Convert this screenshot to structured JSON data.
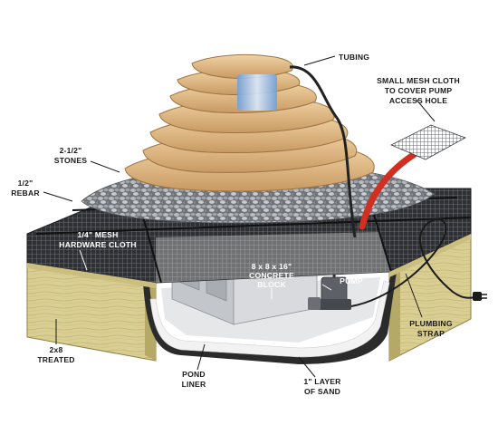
{
  "labels": {
    "tubing": "TUBING",
    "mesh_cloth_1": "SMALL MESH CLOTH",
    "mesh_cloth_2": "TO COVER PUMP",
    "mesh_cloth_3": "ACCESS HOLE",
    "stones_1": "2-1/2\"",
    "stones_2": "STONES",
    "rebar_1": "1/2\"",
    "rebar_2": "REBAR",
    "hardware_1": "1/4\" MESH",
    "hardware_2": "HARDWARE CLOTH",
    "block_1": "8 x 8 x 16\"",
    "block_2": "CONCRETE",
    "block_3": "BLOCK",
    "pump": "PUMP",
    "treated_1": "2x8",
    "treated_2": "TREATED",
    "liner_1": "POND",
    "liner_2": "LINER",
    "sand_1": "1\" LAYER",
    "sand_2": "OF SAND",
    "strap_1": "PLUMBING",
    "strap_2": "STRAP"
  },
  "colors": {
    "wood": "#d9cd8e",
    "wood_dark": "#b3a461",
    "stone": "#e2bf8b",
    "stone_dark": "#b98852",
    "gravel": "#8c8f94",
    "mesh": "#3d3f42",
    "liner": "#2b2b2b",
    "block": "#d7d9dc",
    "sand": "#ececec",
    "water": "#8fb8e8",
    "red_strap": "#d12f22",
    "pump": "#5d6066"
  }
}
